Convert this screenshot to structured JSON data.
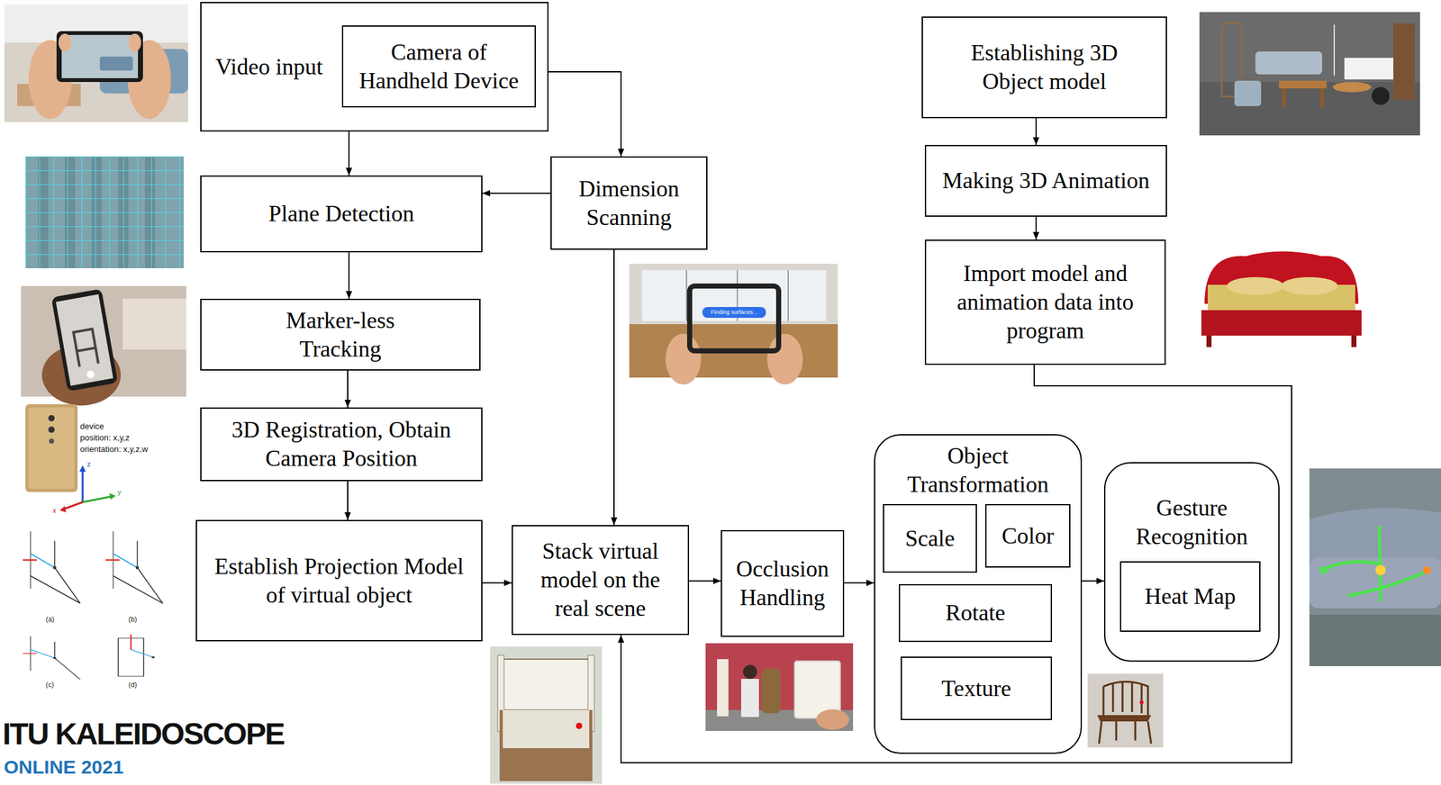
{
  "diagram": {
    "nodes": [
      {
        "text": [
          "Video input"
        ]
      },
      {
        "text": [
          "Camera of Handheld Device"
        ],
        "in": 0
      },
      {
        "text": [
          "Plane Detection"
        ]
      },
      {
        "text": [
          "Dimension Scanning"
        ]
      },
      {
        "text": [
          "Marker-less Tracking"
        ]
      },
      {
        "text": [
          "3D Registration, Obtain Camera Position"
        ]
      },
      {
        "text": [
          "Establish Projection Model of virtual object"
        ]
      },
      {
        "text": [
          "Stack virtual model on the real scene"
        ]
      },
      {
        "text": [
          "Occlusion Handling"
        ]
      },
      {
        "text": [
          "Object Transformation"
        ]
      },
      {
        "text": [
          "Scale"
        ],
        "in": 9
      },
      {
        "text": [
          "Color"
        ],
        "in": 9
      },
      {
        "text": [
          "Rotate"
        ],
        "in": 9
      },
      {
        "text": [
          "Texture"
        ],
        "in": 9
      },
      {
        "text": [
          "Gesture Recognition"
        ]
      },
      {
        "text": [
          "Heat Map"
        ],
        "in": 14
      },
      {
        "text": [
          "Establishing 3D Object model"
        ]
      },
      {
        "text": [
          "Making 3D Animation"
        ]
      },
      {
        "text": [
          "Import model and animation data into program"
        ]
      }
    ],
    "edges": [
      {
        "from": 0,
        "to": 2,
        "arrow": "to"
      },
      {
        "from": 1,
        "to": 3,
        "arrow": "to"
      },
      {
        "from": 3,
        "to": 2,
        "arrow": "to"
      },
      {
        "from": 3,
        "to": 7,
        "arrow": "to"
      },
      {
        "from": 2,
        "to": 4,
        "arrow": "to"
      },
      {
        "from": 4,
        "to": 5,
        "arrow": "to"
      },
      {
        "from": 5,
        "to": 6,
        "arrow": "to"
      },
      {
        "from": 6,
        "to": 7,
        "arrow": "to"
      },
      {
        "from": 7,
        "to": 8,
        "arrow": "to"
      },
      {
        "from": 8,
        "to": 9,
        "arrow": "to"
      },
      {
        "from": 9,
        "to": 14,
        "arrow": "to"
      },
      {
        "from": 16,
        "to": 17,
        "arrow": "to"
      },
      {
        "from": 17,
        "to": 18,
        "arrow": "to"
      },
      {
        "from": 18,
        "to": 7,
        "arrow": "to"
      }
    ],
    "labels": [
      "device",
      "position: x,y,z",
      "orientation: x,y,z,w",
      "z",
      "y",
      "x",
      "(a)",
      "(b)",
      "(c)",
      "(d)",
      "Finding surfaces...",
      "ITU KALEIDOSCOPE",
      "ONLINE 2021"
    ]
  }
}
